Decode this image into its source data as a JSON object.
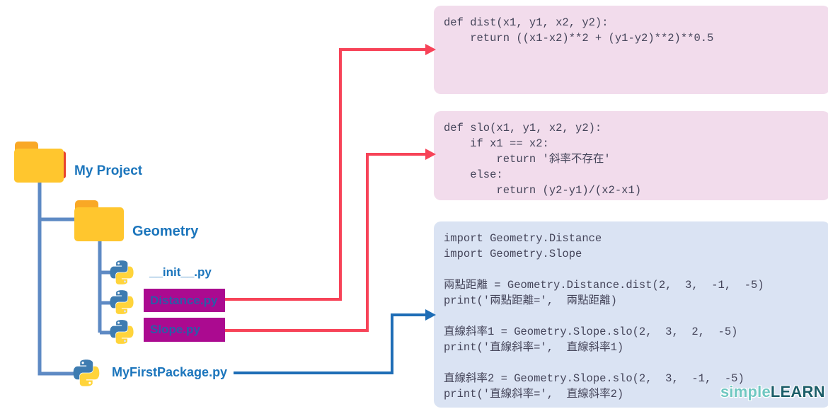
{
  "diagram": {
    "tree": {
      "root": {
        "label": "My Project",
        "icon": "folder-icon"
      },
      "package": {
        "label": "Geometry",
        "icon": "folder-icon"
      },
      "files": [
        {
          "label": "__init__.py",
          "icon": "python-icon",
          "highlighted": false
        },
        {
          "label": "Distance.py",
          "icon": "python-icon",
          "highlighted": true
        },
        {
          "label": "Slope.py",
          "icon": "python-icon",
          "highlighted": true
        },
        {
          "label": "MyFirstPackage.py",
          "icon": "python-icon",
          "highlighted": false
        }
      ]
    },
    "code_blocks": [
      {
        "name": "distance-module-code",
        "code": "def dist(x1, y1, x2, y2):\n    return ((x1-x2)**2 + (y1-y2)**2)**0.5"
      },
      {
        "name": "slope-module-code",
        "code": "def slo(x1, y1, x2, y2):\n    if x1 == x2:\n        return '斜率不存在'\n    else:\n        return (y2-y1)/(x2-x1)"
      },
      {
        "name": "main-script-code",
        "code": "import Geometry.Distance\nimport Geometry.Slope\n\n兩點距離 = Geometry.Distance.dist(2,  3,  -1,  -5)\nprint('兩點距離=',  兩點距離)\n\n直線斜率1 = Geometry.Slope.slo(2,  3,  2,  -5)\nprint('直線斜率=',  直線斜率1)\n\n直線斜率2 = Geometry.Slope.slo(2,  3,  -1,  -5)\nprint('直線斜率=',  直線斜率2)"
      }
    ],
    "watermark": {
      "text_light": "simple",
      "text_bold": "LEARN"
    }
  },
  "colors": {
    "label_blue": "#1B75BC",
    "highlight_magenta": "#AB0A90",
    "box_label_blue": "#2B5CA8",
    "arrow_red": "#F74358",
    "arrow_blue": "#1E6DB6",
    "tree_line_blue": "#5E8AC4",
    "module_block_bg": "#F2DCEC",
    "main_block_bg": "#DAE3F3",
    "code_text": "#45455A",
    "folder_yellow": "#FFC62E",
    "folder_tab_orange": "#F9A825",
    "folder_red_edge": "#E8432F",
    "python_blue": "#3E7CB1",
    "python_yellow": "#FFD43B",
    "logo_light_teal": "#6FC7C1",
    "logo_dark_teal": "#1C5E69"
  }
}
